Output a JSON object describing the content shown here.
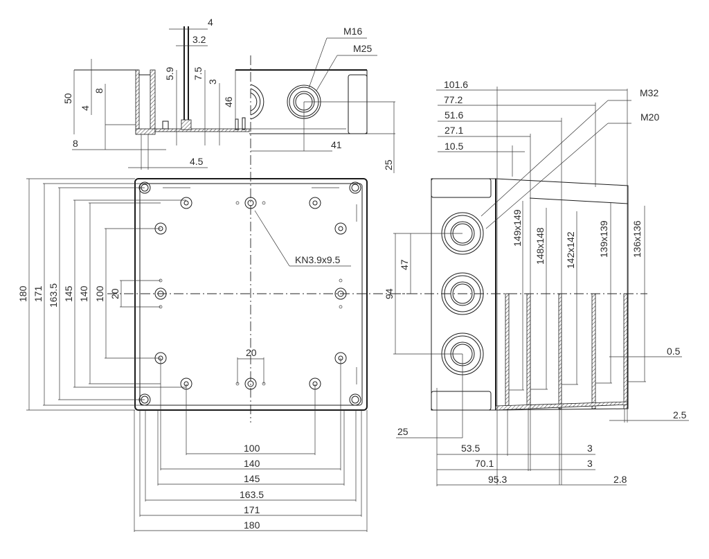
{
  "title": "Enclosure dimensional drawing (180 x 180 x 101.6)",
  "colors": {
    "line": "#1a1a1a",
    "text": "#2a2a2a",
    "background": "#ffffff"
  },
  "side_section_view": {
    "dims": {
      "wall_top": "4",
      "wall_inner": "3.2",
      "height_total": "50",
      "lip": "4",
      "boss": "8",
      "rib_59": "5.9",
      "rib_75": "7.5",
      "floor": "3",
      "inner_height": "46",
      "flange": "8",
      "screw": "4.5",
      "gland_offset": "41",
      "gland_height": "25"
    },
    "thread_labels": [
      "M16",
      "M25"
    ]
  },
  "top_view": {
    "vertical_dims": [
      "180",
      "171",
      "163.5",
      "145",
      "140",
      "100",
      "20"
    ],
    "horizontal_dims": [
      "100",
      "140",
      "145",
      "163.5",
      "171",
      "180"
    ],
    "center_spacing": "20",
    "screw_callout": "KN3.9x9.5"
  },
  "side_view": {
    "depth_dims": [
      "101.6",
      "77.2",
      "51.6",
      "27.1",
      "10.5"
    ],
    "thread_labels": [
      "M32",
      "M20"
    ],
    "section_sizes": [
      "149x149",
      "148x148",
      "142x142",
      "139x139",
      "136x136"
    ],
    "gland_pitch": "47",
    "gland_span": "94",
    "wall_05": "0.5",
    "wall_25": "2.5",
    "gland_offset": "25",
    "bottom_dims": [
      "53.5",
      "70.1",
      "95.3"
    ],
    "step_dims": [
      "3",
      "3",
      "2.8"
    ]
  }
}
